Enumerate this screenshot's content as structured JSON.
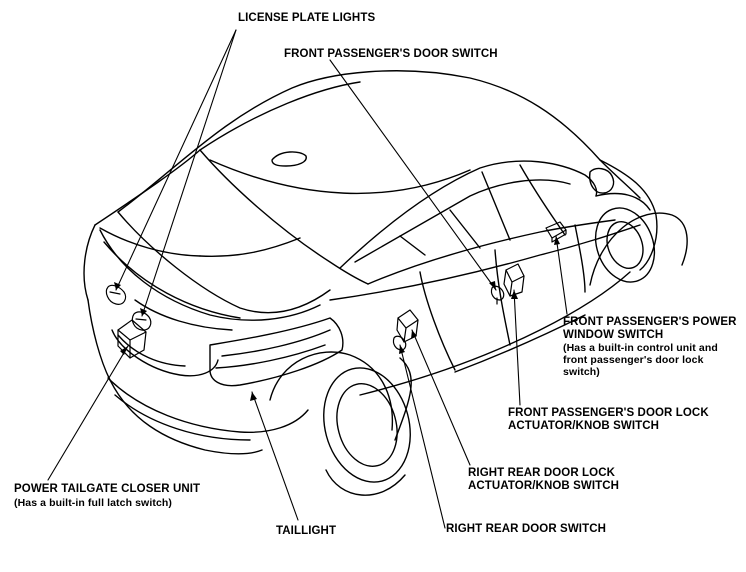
{
  "labels": {
    "license_plate_lights": "LICENSE PLATE LIGHTS",
    "front_passenger_door_switch": "FRONT PASSENGER'S DOOR SWITCH",
    "front_passenger_power_window_switch": {
      "line1": "FRONT PASSENGER'S POWER",
      "line2": "WINDOW SWITCH",
      "note1": "(Has a built-in control unit and",
      "note2": "front passenger's door lock",
      "note3": "switch)"
    },
    "front_passenger_door_lock_actuator": {
      "line1": "FRONT PASSENGER'S DOOR LOCK",
      "line2": "ACTUATOR/KNOB SWITCH"
    },
    "right_rear_door_lock_actuator": {
      "line1": "RIGHT REAR DOOR LOCK",
      "line2": "ACTUATOR/KNOB SWITCH"
    },
    "right_rear_door_switch": "RIGHT REAR DOOR SWITCH",
    "taillight": "TAILLIGHT",
    "power_tailgate_closer_unit": {
      "line1": "POWER TAILGATE CLOSER UNIT",
      "note": "(Has a built-in full latch switch)"
    }
  },
  "style": {
    "line_color": "#000000",
    "background": "#ffffff"
  }
}
